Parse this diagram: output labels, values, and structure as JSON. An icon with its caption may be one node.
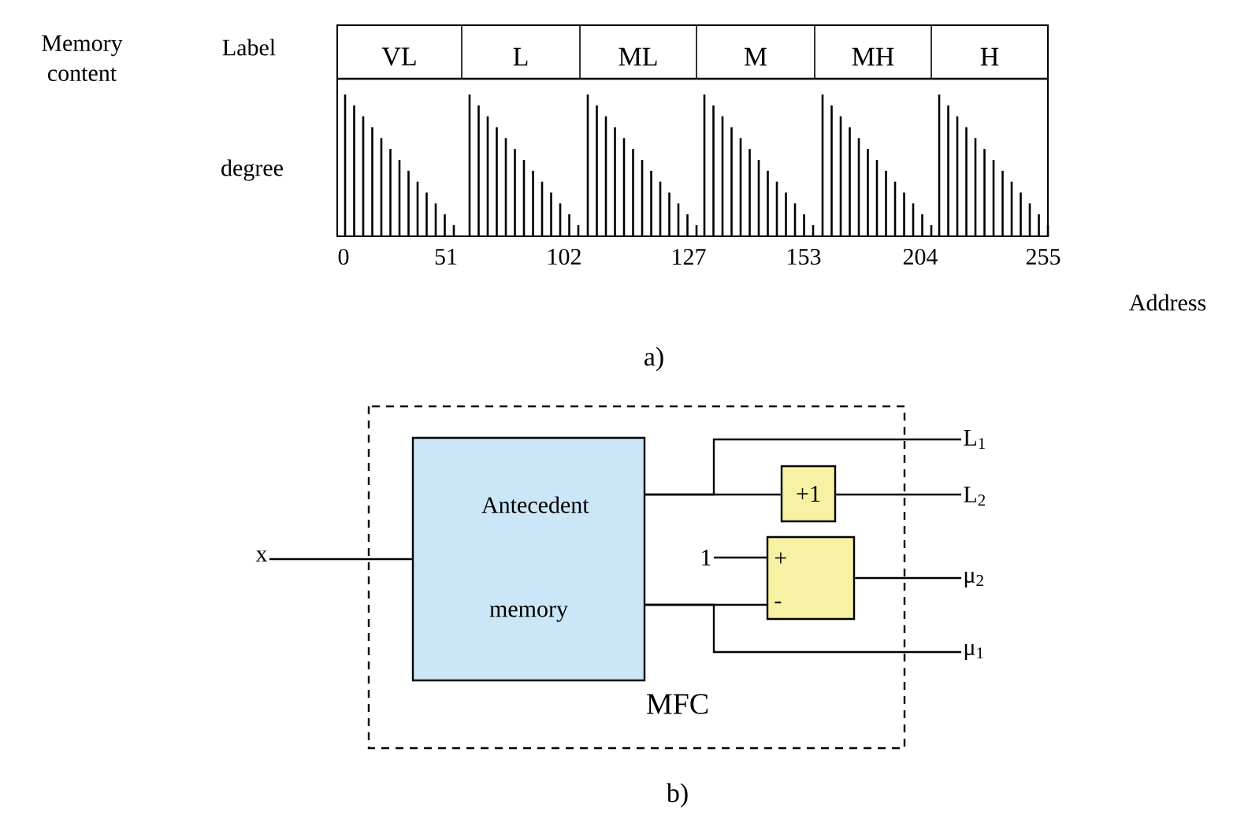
{
  "diagram": {
    "nodes": [
      {
        "text": [
          "MFC"
        ]
      },
      {
        "text": [
          "Antecedent memory"
        ],
        "in": 0
      },
      {
        "text": [
          "+1"
        ],
        "in": 0
      },
      {
        "text": [
          "+",
          "-"
        ],
        "in": 0
      },
      {
        "text": [
          "x"
        ]
      },
      {
        "text": [
          "1"
        ],
        "in": 0
      },
      {
        "text": [
          "L$_{1}$"
        ]
      },
      {
        "text": [
          "L$_{2}$"
        ]
      },
      {
        "text": [
          "μ$_{2}$"
        ]
      },
      {
        "text": [
          "μ$_{1}$"
        ]
      }
    ],
    "edges": [
      {
        "from": 4,
        "to": 1,
        "arrow": "none"
      },
      {
        "from": 1,
        "to": 6,
        "arrow": "none"
      },
      {
        "from": 1,
        "to": 2,
        "arrow": "none"
      },
      {
        "from": 2,
        "to": 7,
        "arrow": "none"
      },
      {
        "from": 5,
        "to": 3,
        "arrow": "none"
      },
      {
        "from": 1,
        "to": 3,
        "arrow": "none"
      },
      {
        "from": 3,
        "to": 8,
        "arrow": "none"
      },
      {
        "from": 1,
        "to": 9,
        "arrow": "none"
      }
    ],
    "labels": [
      "Memory content",
      "Label",
      "VL",
      "L",
      "ML",
      "M",
      "MH",
      "H",
      "degree",
      "0",
      "51",
      "102",
      "127",
      "153",
      "204",
      "255",
      "Address",
      "a)",
      "b)"
    ]
  }
}
